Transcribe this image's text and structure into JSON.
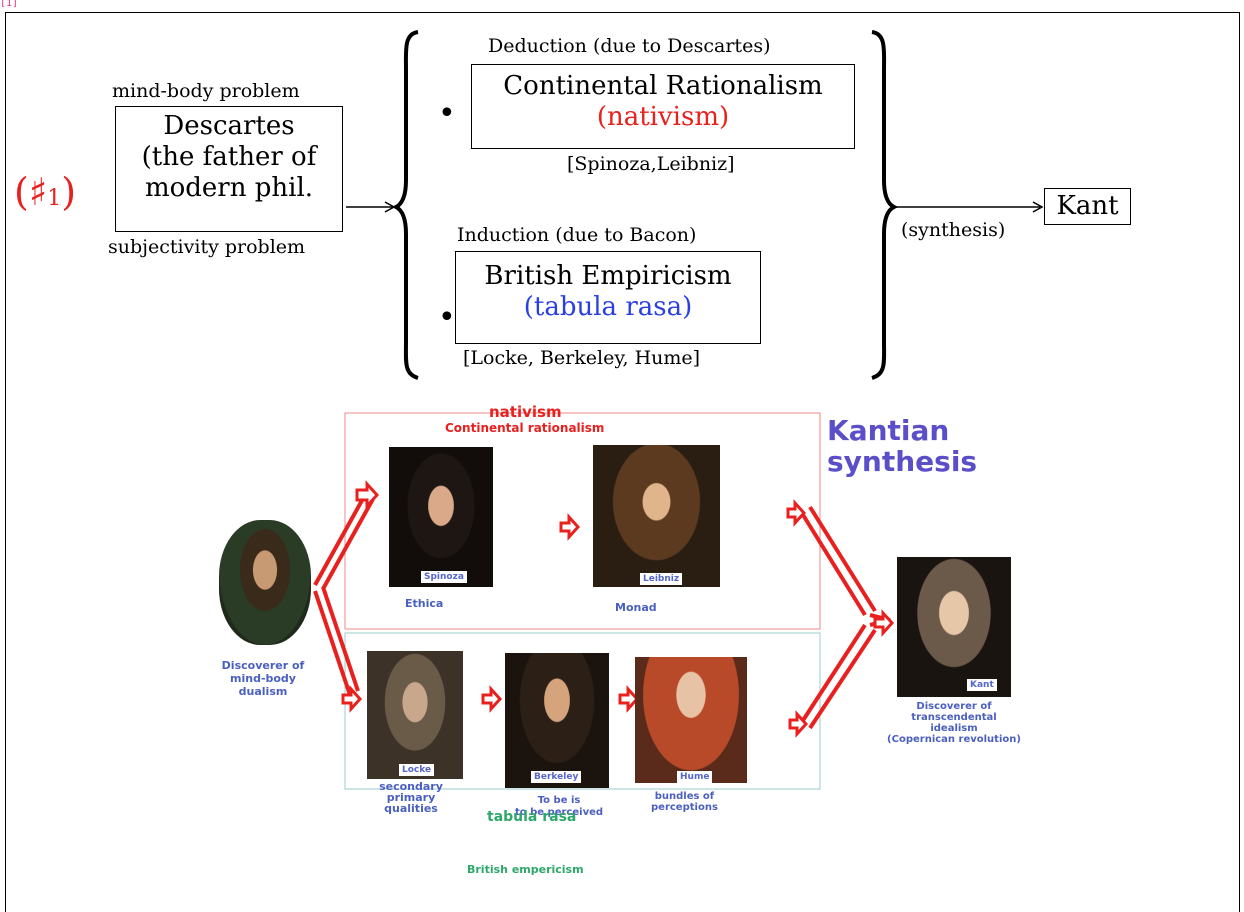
{
  "corner_mark": "[1]",
  "label": {
    "text": "(♯",
    "sub": "1",
    "close": ")"
  },
  "descartes_box": {
    "above": "mind-body problem",
    "lines": [
      "Descartes",
      "(the father of",
      "modern phil."
    ],
    "below": "subjectivity problem"
  },
  "rationalism": {
    "above": "Deduction (due to Descartes)",
    "title": "Continental Rationalism",
    "subtitle": "(nativism)",
    "below": "[Spinoza,Leibniz]"
  },
  "empiricism": {
    "above": "Induction (due to Bacon)",
    "title": "British Empiricism",
    "subtitle": "(tabula rasa)",
    "below": "[Locke, Berkeley, Hume]"
  },
  "bullet": "•",
  "synthesis_label": "(synthesis)",
  "kant_box": "Kant",
  "colors": {
    "red": "#e8201e",
    "blue": "#2a3fe0",
    "green": "#2ea86a",
    "purple": "#5a4fc8"
  },
  "figure": {
    "nativism": "nativism",
    "continental": "Continental rationalism",
    "kantian": [
      "Kantian",
      "synthesis"
    ],
    "tabula": "tabula rasa",
    "british": "British empericism",
    "people": {
      "descartes_caption": [
        "Discoverer of",
        "mind-body",
        "dualism"
      ],
      "spinoza": {
        "tag": "Spinoza",
        "caption": "Ethica"
      },
      "leibniz": {
        "tag": "Leibniz",
        "caption": "Monad"
      },
      "locke": {
        "tag": "Locke",
        "caption": [
          "secondary",
          "primary",
          "qualities"
        ]
      },
      "berkeley": {
        "tag": "Berkeley",
        "caption": [
          "To be is",
          "to be perceived"
        ]
      },
      "hume": {
        "tag": "Hume",
        "caption": [
          "bundles of",
          "perceptions"
        ]
      },
      "kant": {
        "tag": "Kant",
        "caption": [
          "Discoverer of",
          "transcendental",
          "idealism",
          "(Copernican revolution)"
        ]
      }
    }
  }
}
